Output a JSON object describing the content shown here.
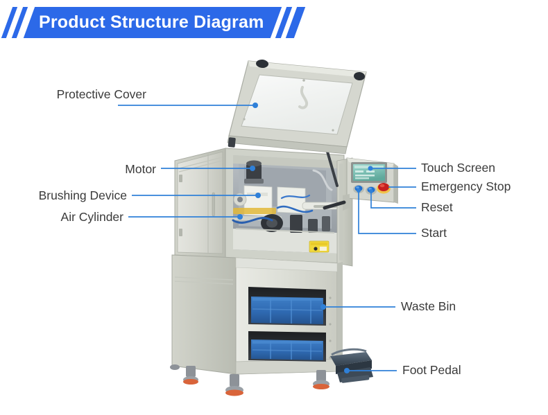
{
  "header": {
    "title": "Product Structure Diagram",
    "banner_color": "#2c69e8",
    "title_color": "#ffffff"
  },
  "diagram": {
    "subject": "machine-photo",
    "line_color": "#2f80d8",
    "label_color": "#3a3a3a",
    "background_color": "#ffffff"
  },
  "callouts": {
    "left": [
      {
        "label": "Protective Cover",
        "name": "callout-protective-cover"
      },
      {
        "label": "Motor",
        "name": "callout-motor"
      },
      {
        "label": "Brushing Device",
        "name": "callout-brushing-device"
      },
      {
        "label": "Air Cylinder",
        "name": "callout-air-cylinder"
      }
    ],
    "right": [
      {
        "label": "Touch Screen",
        "name": "callout-touch-screen"
      },
      {
        "label": "Emergency Stop",
        "name": "callout-emergency-stop"
      },
      {
        "label": "Reset",
        "name": "callout-reset"
      },
      {
        "label": "Start",
        "name": "callout-start"
      },
      {
        "label": "Waste Bin",
        "name": "callout-waste-bin"
      },
      {
        "label": "Foot Pedal",
        "name": "callout-foot-pedal"
      }
    ]
  },
  "machine_parts": {
    "protective_cover": "transparent acrylic lid, open",
    "control_panel": "touchscreen with three buttons",
    "waste_bins": 2,
    "waste_bin_color": "#2f6fc0",
    "emergency_stop_color": "#c62020",
    "button_color": "#1f6fd0",
    "body_color": "#d9dad2",
    "foot_pedal_color": "#4a5a6a"
  }
}
